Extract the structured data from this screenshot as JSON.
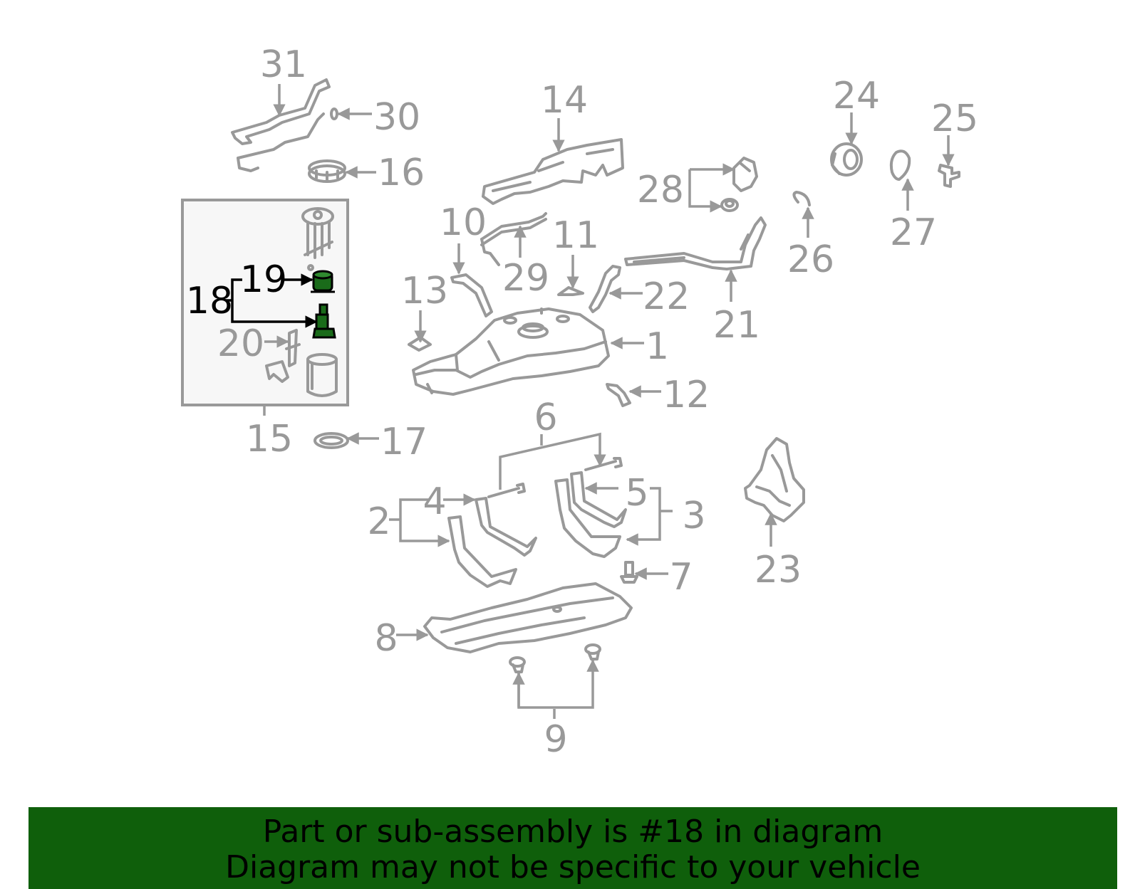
{
  "diagram": {
    "highlight_color": "#1a6b1a",
    "inset_fill": "#f7f7f7",
    "callouts": [
      {
        "id": "1",
        "text": "1"
      },
      {
        "id": "2",
        "text": "2"
      },
      {
        "id": "3",
        "text": "3"
      },
      {
        "id": "4",
        "text": "4"
      },
      {
        "id": "5",
        "text": "5"
      },
      {
        "id": "6",
        "text": "6"
      },
      {
        "id": "7",
        "text": "7"
      },
      {
        "id": "8",
        "text": "8"
      },
      {
        "id": "9",
        "text": "9"
      },
      {
        "id": "10",
        "text": "10"
      },
      {
        "id": "11",
        "text": "11"
      },
      {
        "id": "12",
        "text": "12"
      },
      {
        "id": "13",
        "text": "13"
      },
      {
        "id": "14",
        "text": "14"
      },
      {
        "id": "15",
        "text": "15"
      },
      {
        "id": "16",
        "text": "16"
      },
      {
        "id": "17",
        "text": "17"
      },
      {
        "id": "18",
        "text": "18"
      },
      {
        "id": "19",
        "text": "19"
      },
      {
        "id": "20",
        "text": "20"
      },
      {
        "id": "21",
        "text": "21"
      },
      {
        "id": "22",
        "text": "22"
      },
      {
        "id": "23",
        "text": "23"
      },
      {
        "id": "24",
        "text": "24"
      },
      {
        "id": "25",
        "text": "25"
      },
      {
        "id": "26",
        "text": "26"
      },
      {
        "id": "27",
        "text": "27"
      },
      {
        "id": "28",
        "text": "28"
      },
      {
        "id": "29",
        "text": "29"
      },
      {
        "id": "30",
        "text": "30"
      },
      {
        "id": "31",
        "text": "31"
      }
    ]
  },
  "banner": {
    "background": "#0f5f0b",
    "line1": "Part or sub-assembly is #18 in diagram",
    "line2": "Diagram may not be specific to your vehicle"
  }
}
